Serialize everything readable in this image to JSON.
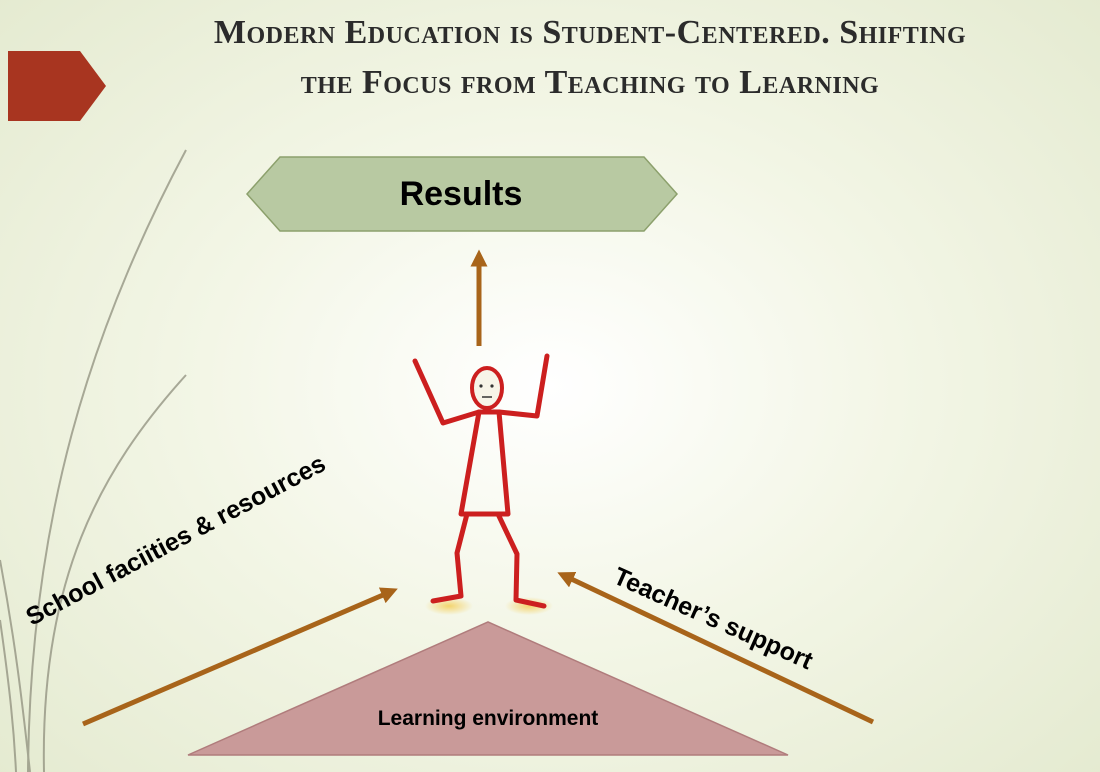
{
  "slide": {
    "title_line1": "Modern Education is Student-Centered. Shifting",
    "title_line2": "the Focus from Teaching to Learning"
  },
  "diagram": {
    "results": "Results",
    "learning_environment": "Learning environment",
    "left_arrow_label": "School faciities & resources",
    "right_arrow_label": "Teacher’s support"
  },
  "colors": {
    "accent_tab": "#a83520",
    "results_fill": "#b8c9a2",
    "results_stroke": "#8ca06c",
    "triangle_fill": "#c99a99",
    "triangle_stroke": "#b07c7c",
    "arrow": "#a8641a",
    "figure": "#cc1f1f",
    "feet_glow": "#f3d060",
    "swoosh": "#8f8f7d"
  }
}
